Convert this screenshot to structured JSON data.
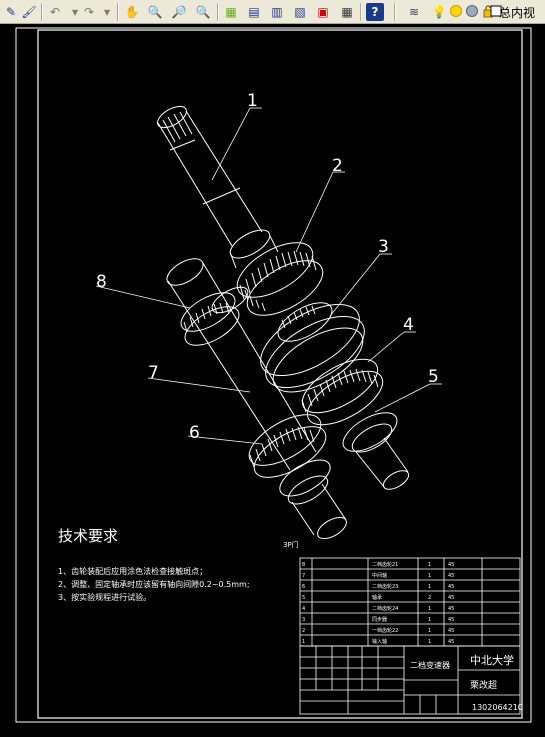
{
  "toolbar": {
    "icons": [
      "pencil-icon",
      "brush-icon",
      "undo-icon",
      "redo-icon",
      "pan-icon",
      "zoom-in-icon",
      "zoom-window-icon",
      "zoom-previous-icon",
      "properties-icon",
      "design-center-icon",
      "tool-palette-icon",
      "markup-icon",
      "calculator-icon",
      "help-icon",
      "layers-icon",
      "lightbulb-icon",
      "sun-icon",
      "freeze-icon",
      "lock-icon",
      "color-icon"
    ],
    "layer_text": "总内视"
  },
  "drawing": {
    "callouts": [
      "1",
      "2",
      "3",
      "4",
      "5",
      "6",
      "7",
      "8"
    ],
    "view_label": "3P门",
    "tech_title": "技术要求",
    "tech_notes": [
      "1、齿轮装配后应用涂色法检查接触斑点；",
      "2、调整、固定轴承时应该留有轴向间隙0.2~0.5mm;",
      "3、按实验规程进行试验。"
    ],
    "bom_rows": [
      {
        "no": "8",
        "name": "二档齿轮21",
        "qty": "1",
        "mat": "45"
      },
      {
        "no": "7",
        "name": "中间轴",
        "qty": "1",
        "mat": "45"
      },
      {
        "no": "6",
        "name": "二档齿轮23",
        "qty": "1",
        "mat": "45"
      },
      {
        "no": "5",
        "name": "轴承",
        "qty": "2",
        "mat": "45"
      },
      {
        "no": "4",
        "name": "二档齿轮24",
        "qty": "1",
        "mat": "45"
      },
      {
        "no": "3",
        "name": "同步器",
        "qty": "1",
        "mat": "45"
      },
      {
        "no": "2",
        "name": "一档齿轮22",
        "qty": "1",
        "mat": "45"
      },
      {
        "no": "1",
        "name": "输入轴",
        "qty": "1",
        "mat": "45"
      }
    ],
    "title_block": {
      "university": "中北大学",
      "drawing_name": "二档变速器",
      "designer": "栗改超",
      "student_no": "1302064210"
    }
  }
}
